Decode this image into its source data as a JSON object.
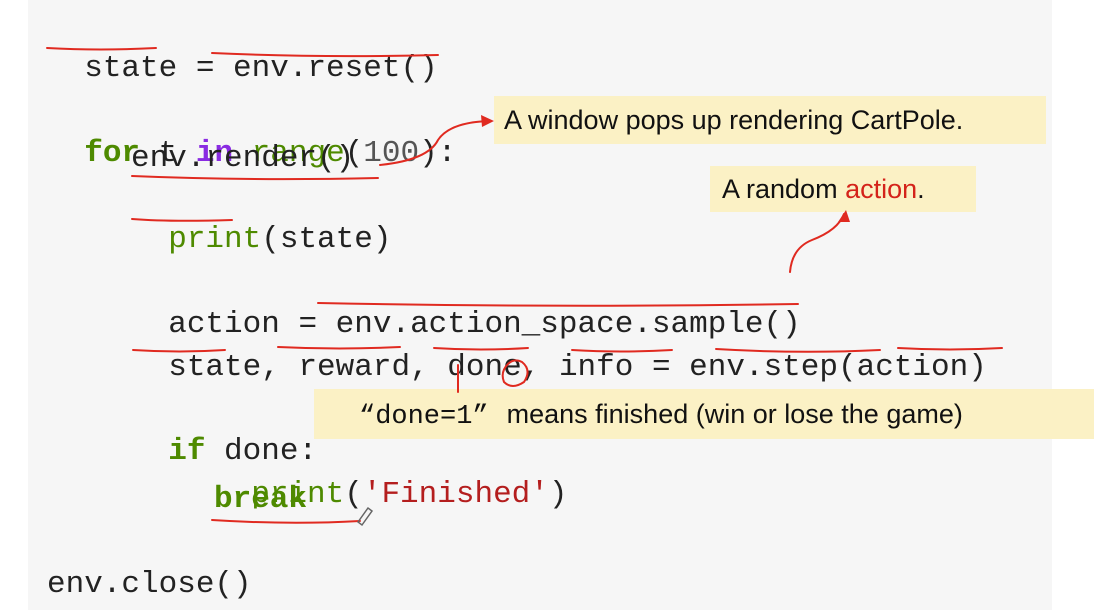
{
  "code": {
    "line1": {
      "var": "state",
      "op": " = ",
      "call": "env.reset()"
    },
    "line2": {
      "kw_for": "for",
      "var_t": " t ",
      "kw_in": "in",
      "fn_range": "range",
      "open": "(",
      "num": "100",
      "close": "):"
    },
    "line3": "env.render()",
    "line4": {
      "fn_print": "print",
      "args": "(state)"
    },
    "line5": {
      "lhs": "action = ",
      "call": "env.action_space.sample()"
    },
    "line6": {
      "state": "state",
      "sep1": ", ",
      "reward": "reward",
      "sep2": ", ",
      "done": "done",
      "sep3": ", ",
      "info": "info",
      "eq": " = ",
      "call": "env.step",
      "open": "(",
      "action": "action",
      "close": ")"
    },
    "line7": {
      "kw_if": "if",
      "rest": " done:"
    },
    "line8": {
      "fn_print": "print",
      "open": "(",
      "str": "'Finished'",
      "close": ")"
    },
    "line9": "break",
    "line10": "env.close()"
  },
  "callouts": {
    "render_note": "A window pops up rendering CartPole.",
    "action_note_prefix": "A random ",
    "action_note_highlight": "action",
    "action_note_suffix": ".",
    "done_note_code": "“done=1”",
    "done_note_text": "means finished (win or lose the game)"
  },
  "colors": {
    "slide_bg": "#f6f6f6",
    "keyword_green": "#4e8a00",
    "keyword_purple": "#8a2be2",
    "string_red": "#b41e1e",
    "callout_bg": "#fbf1c5",
    "ink_red": "#e02a20"
  }
}
